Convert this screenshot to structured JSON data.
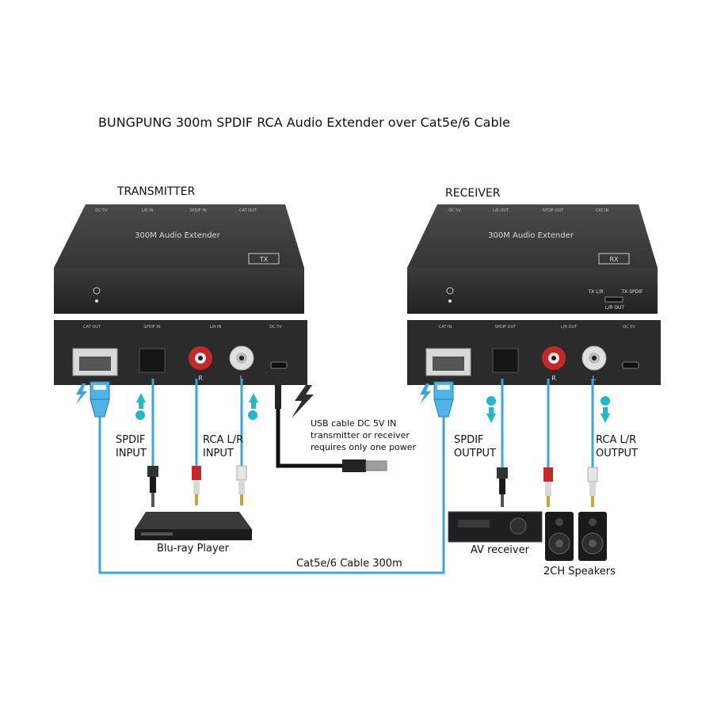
{
  "title": "BUNGPUNG 300m SPDIF RCA Audio Extender over Cat5e/6 Cable",
  "transmitter": {
    "heading": "TRANSMITTER",
    "device_label": "300M Audio Extender",
    "badge": "TX",
    "top_ports": [
      "DC 5V",
      "L/R IN",
      "SPDIF IN",
      "CAT OUT"
    ],
    "rear_ports": [
      "CAT OUT",
      "SPDIF IN",
      "L/R IN",
      "DC 5V"
    ],
    "rca_r": "R",
    "rca_l": "L"
  },
  "receiver": {
    "heading": "RECEIVER",
    "device_label": "300M Audio Extender",
    "badge": "RX",
    "top_ports": [
      "DC 5V",
      "L/R OUT",
      "SPDIF OUT",
      "CAT IN"
    ],
    "rear_ports": [
      "CAT IN",
      "SPDIF OUT",
      "L/R OUT",
      "DC 5V"
    ],
    "switch_left": "TX L/R",
    "switch_right": "TX SPDIF",
    "switch_bottom": "L/R OUT",
    "rca_r": "R",
    "rca_l": "L"
  },
  "labels": {
    "spdif_input": [
      "SPDIF",
      "INPUT"
    ],
    "rca_input": [
      "RCA L/R",
      "INPUT"
    ],
    "spdif_output": [
      "SPDIF",
      "OUTPUT"
    ],
    "rca_output": [
      "RCA L/R",
      "OUTPUT"
    ],
    "usb_note": [
      "USB cable DC 5V IN",
      "transmitter or receiver",
      "requires only one power"
    ],
    "bluray": "Blu-ray Player",
    "av_receiver": "AV receiver",
    "speakers": "2CH Speakers",
    "cable": "Cat5e/6 Cable 300m"
  },
  "colors": {
    "cable_blue": "#3aa6e0",
    "arrow_teal": "#23b8c8",
    "device_dark": "#2b2b2b",
    "rca_red": "#d52828",
    "rca_white": "#e8e8e8"
  }
}
